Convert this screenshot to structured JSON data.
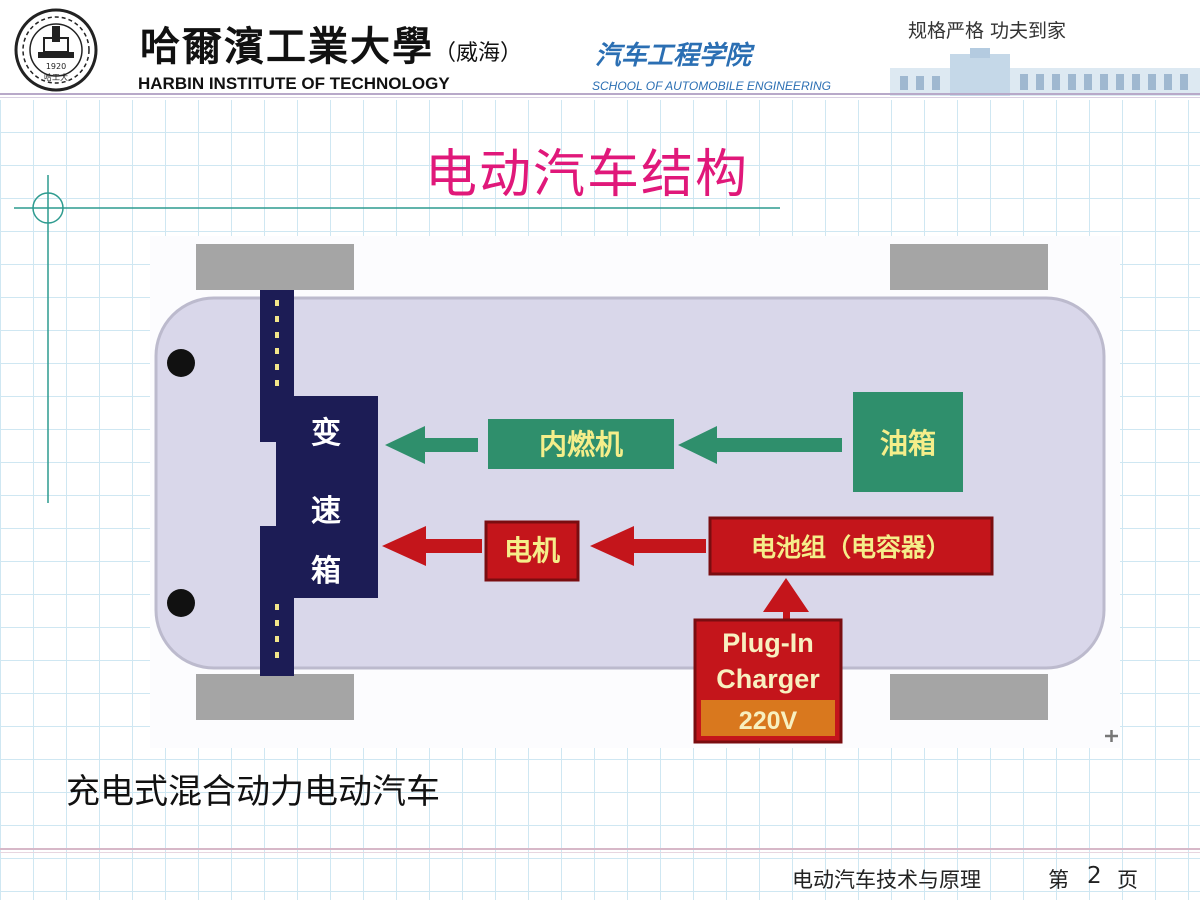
{
  "header": {
    "university_cn": "哈爾濱工業大學",
    "campus_cn": "（威海）",
    "school_cn": "汽车工程学院",
    "university_en": "HARBIN INSTITUTE OF TECHNOLOGY",
    "school_en": "SCHOOL OF AUTOMOBILE ENGINEERING",
    "motto": "规格严格 功夫到家",
    "logo_year": "1920",
    "logo_text": "哈工大"
  },
  "slide": {
    "title": "电动汽车结构",
    "caption": "充电式混合动力电动汽车"
  },
  "diagram": {
    "gearbox": [
      "变",
      "速",
      "箱"
    ],
    "engine": "内燃机",
    "fuel_tank": "油箱",
    "motor": "电机",
    "battery": "电池组（电容器）",
    "charger_line1": "Plug-In",
    "charger_line2": "Charger",
    "charger_voltage": "220V"
  },
  "footer": {
    "course": "电动汽车技术与原理",
    "page_prefix": "第",
    "page_number": "2",
    "page_suffix": "页"
  },
  "colors": {
    "title": "#e0187a",
    "school_blue": "#2b6fb3",
    "green_box": "#2f8f6c",
    "red_box": "#c4151b",
    "gearbox": "#1c1c55",
    "body": "#d9d7ea",
    "tire": "#a5a5a5"
  }
}
